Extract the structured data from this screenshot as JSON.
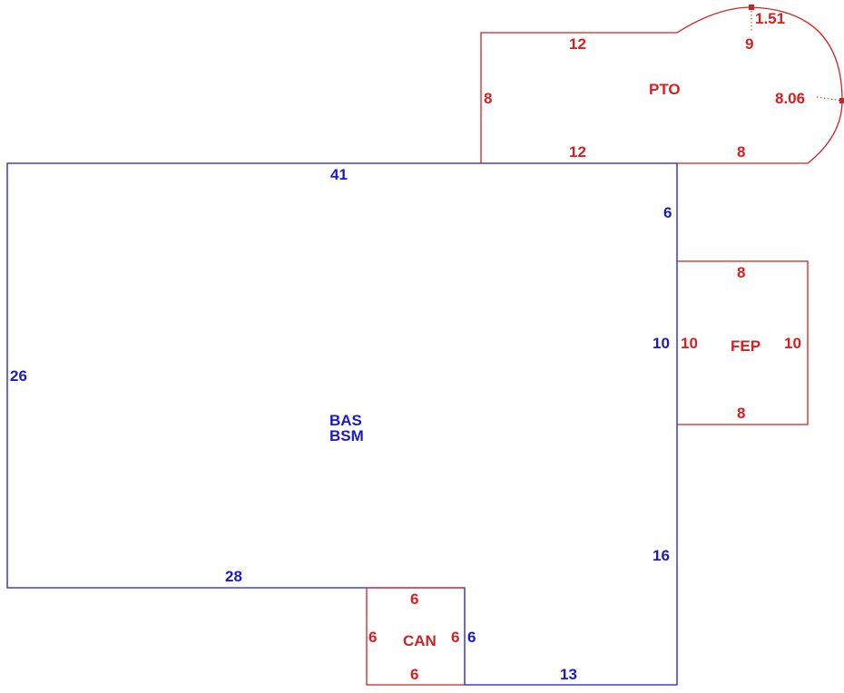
{
  "colors": {
    "main": "#1a1acc",
    "additions": "#d42020"
  },
  "areas": {
    "main": {
      "codes": [
        "BAS",
        "BSM"
      ]
    },
    "pto": {
      "code": "PTO"
    },
    "fep": {
      "code": "FEP"
    },
    "can": {
      "code": "CAN"
    }
  },
  "dimensions": {
    "main": {
      "top": "41",
      "left": "26",
      "bottom_left": "28",
      "bottom_right": "13",
      "right_upper": "6",
      "right_mid": "10",
      "right_lower": "16",
      "notch_right": "6"
    },
    "pto": {
      "top": "12",
      "left": "8",
      "bottom_left": "12",
      "bottom_right": "8",
      "arc_chord": "9",
      "arc_rise": "1.51",
      "radius": "8.06"
    },
    "fep": {
      "top": "8",
      "left": "10",
      "right": "10",
      "bottom": "8"
    },
    "can": {
      "top": "6",
      "left": "6",
      "right": "6",
      "bottom": "6"
    }
  }
}
